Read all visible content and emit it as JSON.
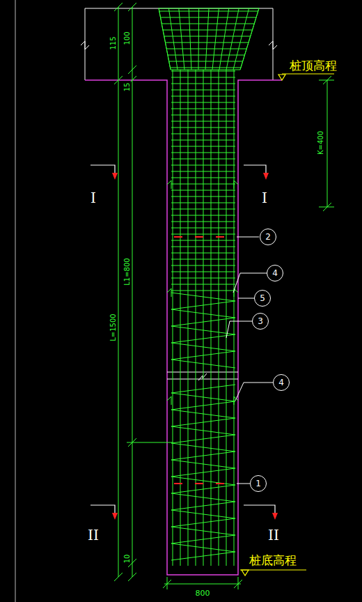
{
  "diagram": {
    "nodes": [
      {
        "text": [
          "2"
        ]
      },
      {
        "text": [
          "4"
        ]
      },
      {
        "text": [
          "5"
        ]
      },
      {
        "text": [
          "3"
        ]
      },
      {
        "text": [
          "4"
        ]
      },
      {
        "text": [
          "1"
        ]
      }
    ],
    "labels": [
      "115",
      "100",
      "15",
      "L1=800",
      "L=1500",
      "10",
      "K=400",
      "桩顶高程",
      "I",
      "I",
      "II",
      "II",
      "桩底高程",
      "800"
    ]
  }
}
